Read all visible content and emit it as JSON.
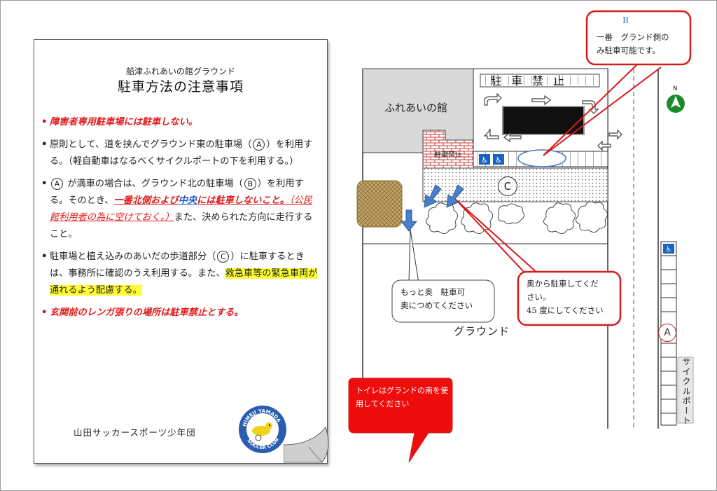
{
  "notice": {
    "subtitle": "船津ふれあいの館グラウンド",
    "title": "駐車方法の注意事項",
    "rule1": "障害者専用駐車場には駐車しない。",
    "rule2_a": "原則として、道を挟んでグラウンド東の駐車場（",
    "rule2_mark": "A",
    "rule2_b": "）を利用する。（軽自動車はなるべくサイクルポートの下を利用する。）",
    "rule3_mark1": "A",
    "rule3_a": "が満車の場合は、グラウンド北の駐車場（",
    "rule3_mark2": "B",
    "rule3_b": "）を利用する。そのとき、",
    "rule3_red1": "一番北側および",
    "rule3_blue": "中央",
    "rule3_red2": "には駐車しないこと。",
    "rule3_red3": "（公民館利用者の為に空けておく。）",
    "rule3_c": "また、決められた方向に走行すること。",
    "rule4_a": "駐車場と植え込みのあいだの歩道部分（",
    "rule4_mark": "C",
    "rule4_b": "）に駐車するときは、事務所に確認のうえ利用する。また、",
    "rule4_hl": "救急車等の緊急車両が通れるよう配慮する。",
    "rule5": "玄関前のレンガ張りの場所は駐車禁止とする。",
    "club_name": "山田サッカースポーツ少年団",
    "logo_text_top": "HIMEJI YAMADA",
    "logo_text_bottom": "SOCCER CLUB"
  },
  "map": {
    "building_label": "ふれあいの館",
    "no_parking_sign": "駐車禁止",
    "brick_no_parking": "駐車禁止",
    "mark_c": "C",
    "mark_a": "A",
    "ground_label": "グラウンド",
    "cycle_port": "サイクルポート",
    "compass": "N",
    "callout_b": {
      "title": "B",
      "line1": "一番　グランド側の",
      "line2": "み駐車可能です。"
    },
    "callout_back": {
      "line1": "奥から駐車してくだ",
      "line2": "さい。",
      "line3": "45 度にしてください"
    },
    "callout_more": {
      "line1": "もっと奥　駐車可",
      "line2": "奥につめてください"
    },
    "toilet_note": "トイレはグランドの南を使用してください"
  },
  "colors": {
    "red": "#e21b1b",
    "callout_border": "#d41c1c",
    "toilet_bg": "#ee0d0d",
    "highlight": "#ffff33",
    "blue_arrow": "#4a80c8",
    "accessible_blue": "#1a63c0",
    "compass_green": "#1a8a2a"
  }
}
